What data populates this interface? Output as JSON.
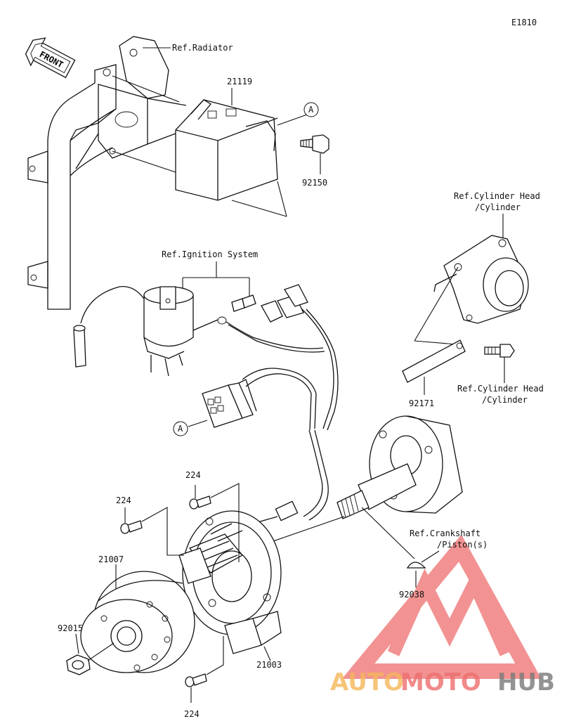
{
  "diagram_code": "E1810",
  "front_label": "FRONT",
  "labels": {
    "ref_radiator": "Ref.Radiator",
    "part_21119": "21119",
    "callout_a_top": "A",
    "part_92150": "92150",
    "ref_ignition": "Ref.Ignition System",
    "ref_cyl_head_1_line1": "Ref.Cylinder Head",
    "ref_cyl_head_1_line2": "/Cylinder",
    "ref_cyl_head_2_line1": "Ref.Cylinder Head",
    "ref_cyl_head_2_line2": "/Cylinder",
    "part_92171": "92171",
    "callout_a_bottom": "A",
    "part_224_top": "224",
    "part_224_left": "224",
    "part_224_bottom": "224",
    "part_21007": "21007",
    "part_92015": "92015",
    "part_21003": "21003",
    "ref_crank_line1": "Ref.Crankshaft",
    "ref_crank_line2": "/Piston(s)",
    "part_92038": "92038"
  },
  "watermark": {
    "word_auto": "AUTO",
    "word_moto": "MOTO",
    "word_hub": "HUB",
    "color_orange": "#f5b75a",
    "color_red": "#ee6e6e",
    "color_gray": "#7a7a7a"
  }
}
